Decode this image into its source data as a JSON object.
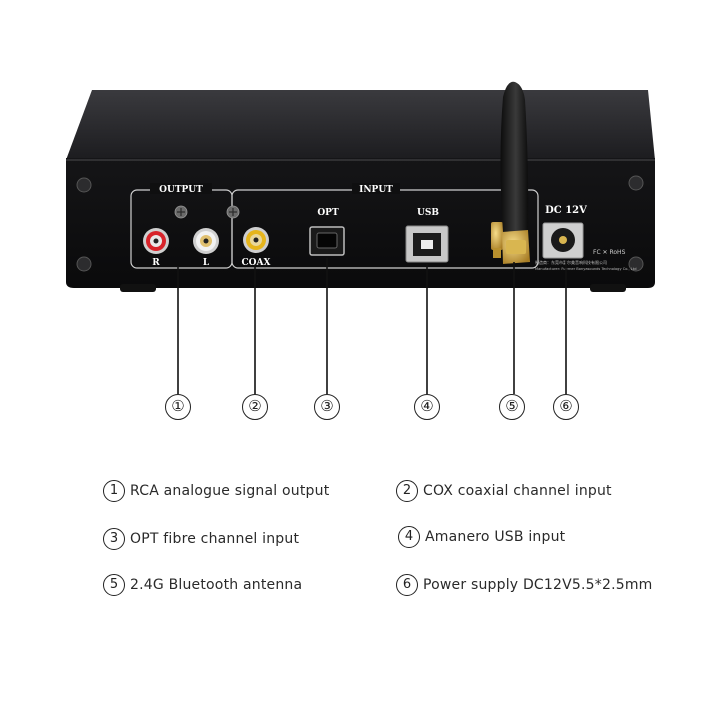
{
  "panel": {
    "output_label": "OUTPUT",
    "input_label": "INPUT",
    "rca_right": "R",
    "rca_left": "L",
    "coax_label": "COAX",
    "opt_label": "OPT",
    "usb_label": "USB",
    "dc_label": "DC 12V",
    "marks": "FC ✕ RoHS",
    "manufacturer_line1": "制造商：东莞市富尔美音响科技有限公司",
    "manufacturer_line2": "Manufacturer: Fuerner Bonyasounds Technology Co., Ltd"
  },
  "callouts": [
    "①",
    "②",
    "③",
    "④",
    "⑤",
    "⑥"
  ],
  "legend": [
    {
      "num": "1",
      "text": "RCA analogue signal output"
    },
    {
      "num": "2",
      "text": "COX coaxial channel input"
    },
    {
      "num": "3",
      "text": "OPT fibre channel input"
    },
    {
      "num": "4",
      "text": "Amanero USB input"
    },
    {
      "num": "5",
      "text": "2.4G Bluetooth antenna"
    },
    {
      "num": "6",
      "text": "Power supply DC12V5.5*2.5mm"
    }
  ],
  "colors": {
    "chassis": "#141416",
    "panel": "#0b0b0c",
    "rca_red": "#d8232a",
    "rca_white": "#e6e6e6",
    "coax_yellow": "#e6b51c",
    "gold": "#c9a24a"
  }
}
